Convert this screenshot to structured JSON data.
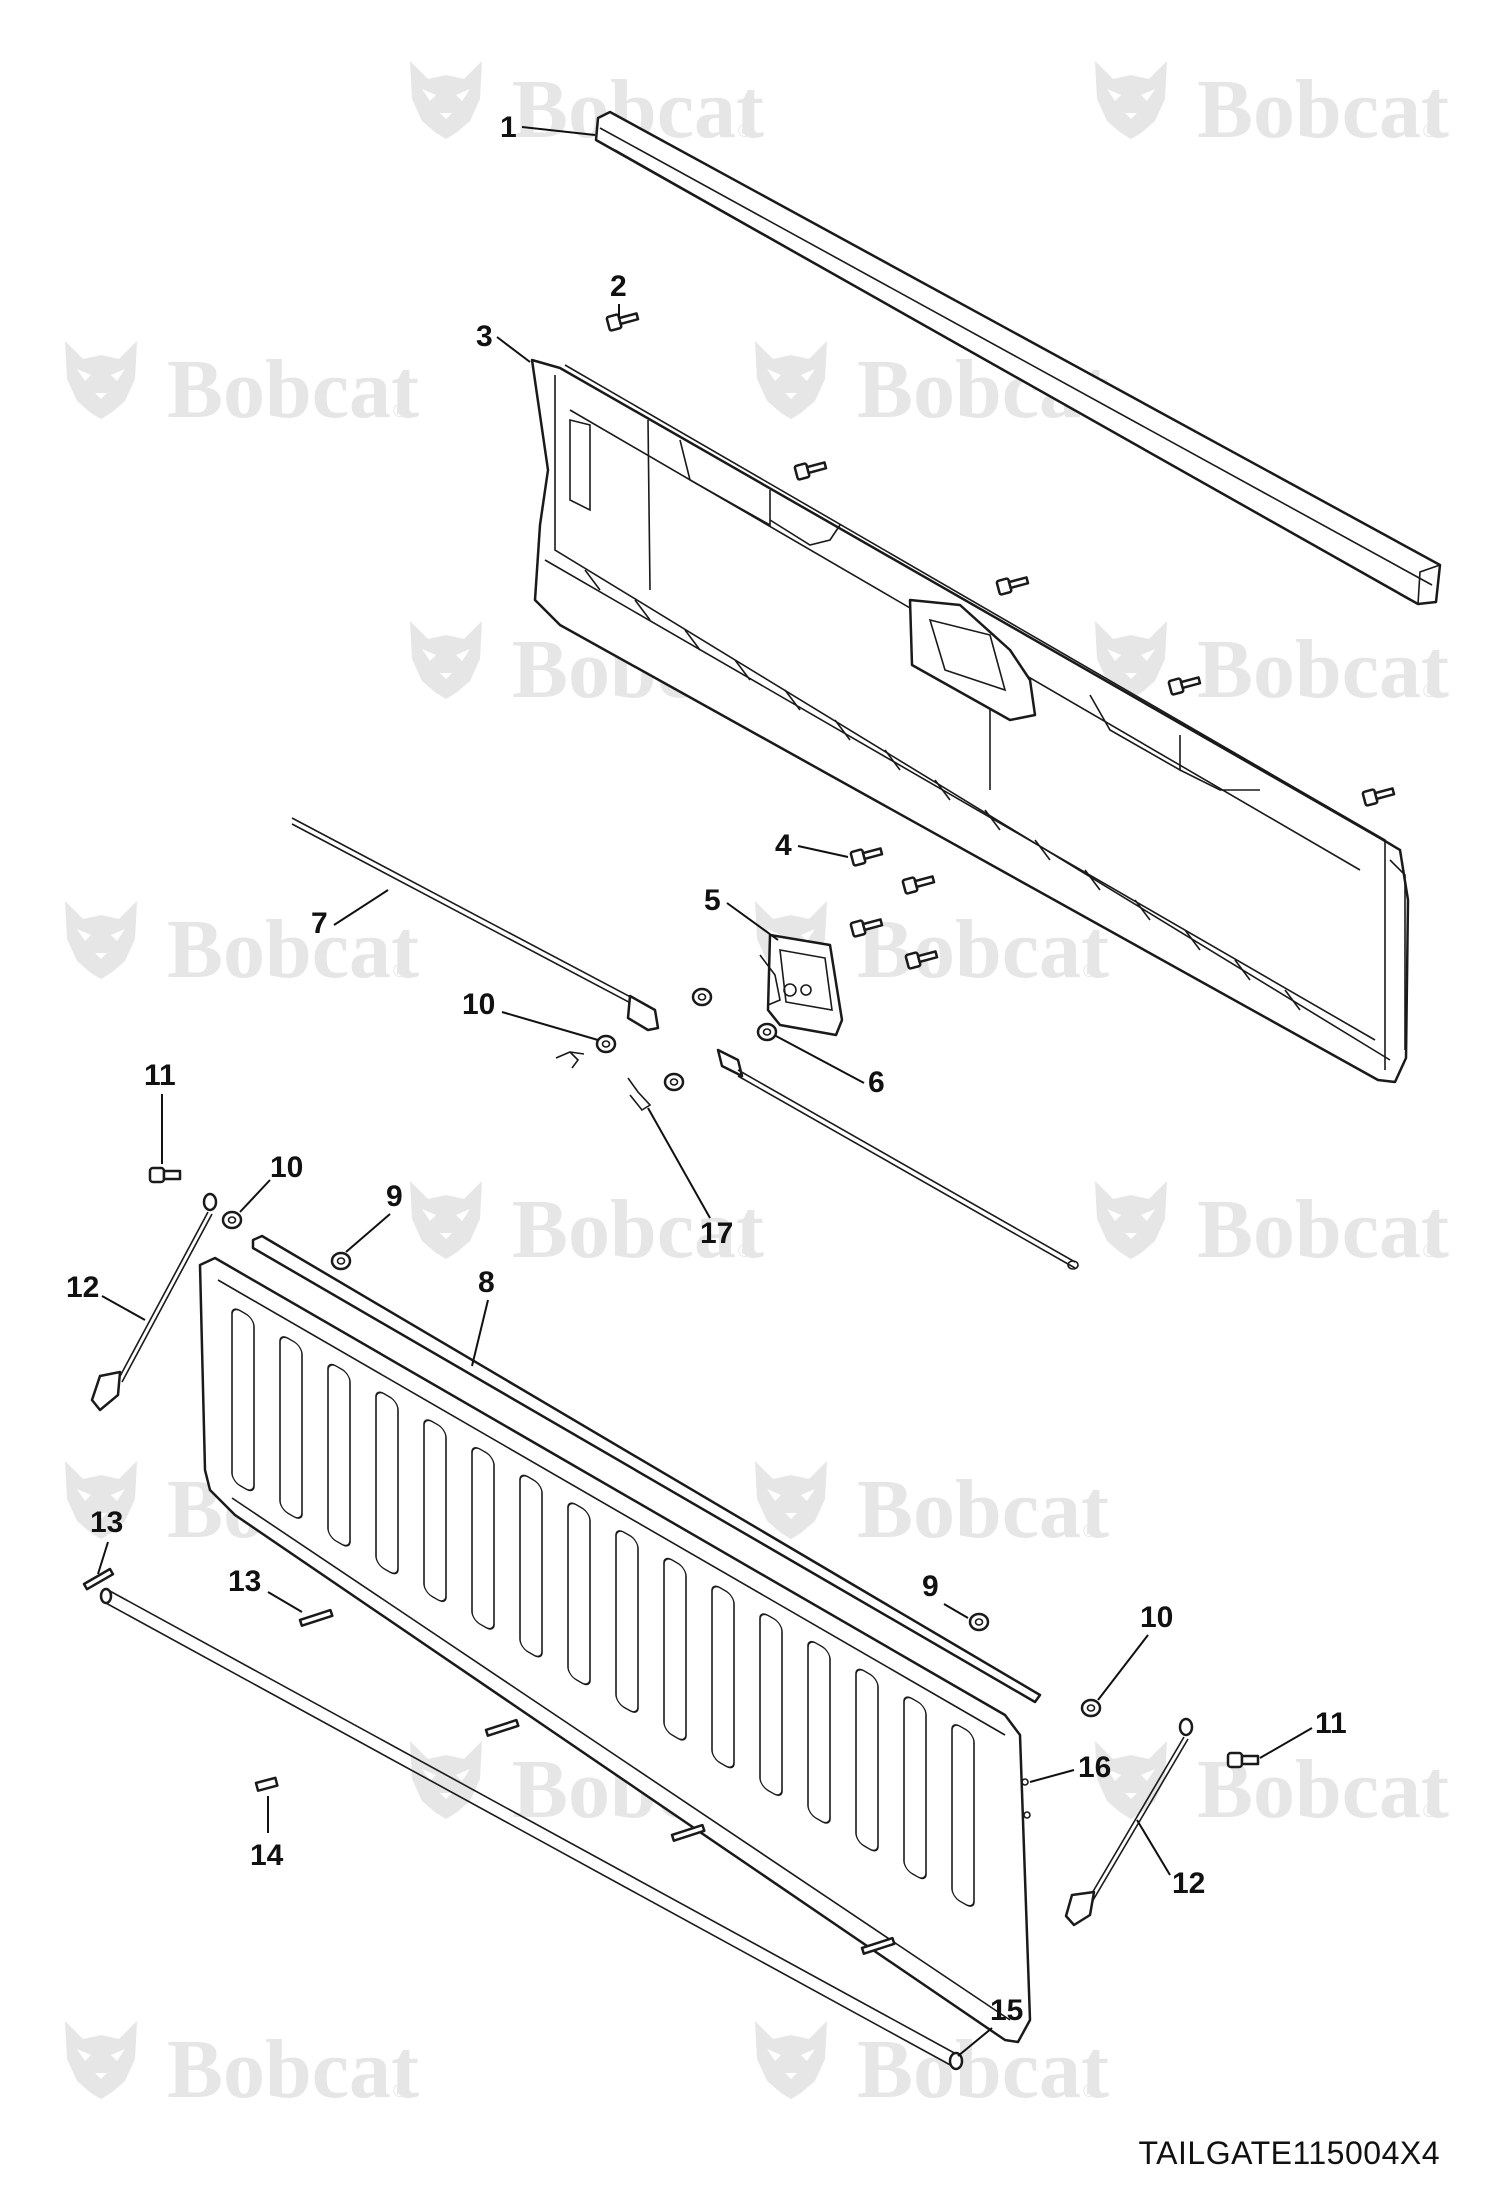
{
  "watermark": {
    "brand": "Bobcat",
    "registered_mark": "®",
    "color": "#e6e6e6"
  },
  "drawing_id": "TAILGATE115004X4",
  "callouts": [
    {
      "id": "c1",
      "label": "1",
      "part": "top cap"
    },
    {
      "id": "c2",
      "label": "2",
      "part": "screw"
    },
    {
      "id": "c3",
      "label": "3",
      "part": "inner tailgate panel"
    },
    {
      "id": "c4",
      "label": "4",
      "part": "screw"
    },
    {
      "id": "c5",
      "label": "5",
      "part": "handle latch"
    },
    {
      "id": "c6",
      "label": "6",
      "part": "right latch rod"
    },
    {
      "id": "c7",
      "label": "7",
      "part": "left latch rod"
    },
    {
      "id": "c8",
      "label": "8",
      "part": "top trim strip"
    },
    {
      "id": "c9a",
      "label": "9",
      "part": "nut"
    },
    {
      "id": "c9b",
      "label": "9",
      "part": "nut"
    },
    {
      "id": "c10a",
      "label": "10",
      "part": "washer"
    },
    {
      "id": "c10b",
      "label": "10",
      "part": "washer"
    },
    {
      "id": "c10c",
      "label": "10",
      "part": "washer"
    },
    {
      "id": "c11a",
      "label": "11",
      "part": "bolt"
    },
    {
      "id": "c11b",
      "label": "11",
      "part": "bolt"
    },
    {
      "id": "c12a",
      "label": "12",
      "part": "support cable"
    },
    {
      "id": "c12b",
      "label": "12",
      "part": "support cable"
    },
    {
      "id": "c13a",
      "label": "13",
      "part": "pin"
    },
    {
      "id": "c13b",
      "label": "13",
      "part": "pin"
    },
    {
      "id": "c14",
      "label": "14",
      "part": "screw"
    },
    {
      "id": "c15",
      "label": "15",
      "part": "hinge rod"
    },
    {
      "id": "c16",
      "label": "16",
      "part": "outer tailgate panel"
    },
    {
      "id": "c17",
      "label": "17",
      "part": "clip"
    }
  ]
}
